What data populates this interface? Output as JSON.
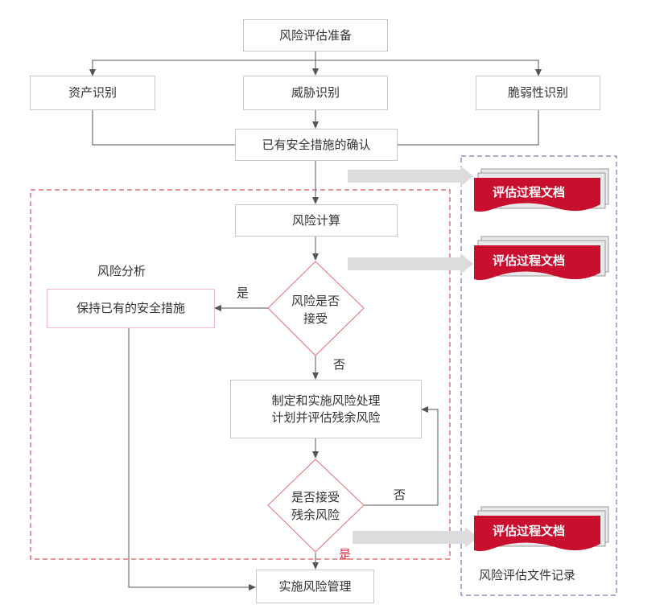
{
  "nodes": {
    "prep": "风险评估准备",
    "asset": "资产识别",
    "threat": "威胁识别",
    "vuln": "脆弱性识别",
    "confirm": "已有安全措施的确认",
    "calc": "风险计算",
    "decision1": "风险是否接受",
    "decision1_line1": "风险是否",
    "decision1_line2": "接受",
    "keep": "保持已有的安全措施",
    "plan_line1": "制定和实施风险处理",
    "plan_line2": "计划并评估残余风险",
    "decision2_line1": "是否接受",
    "decision2_line2": "残余风险",
    "manage": "实施风险管理"
  },
  "labels": {
    "analysis_region": "风险分析",
    "yes_keep": "是",
    "no_plan": "否",
    "no_loop": "否",
    "yes_manage": "是",
    "records_region": "风险评估文件记录"
  },
  "docs": [
    {
      "text": "评估过程文档"
    },
    {
      "text": "评估过程文档"
    },
    {
      "text": "评估过程文档"
    }
  ],
  "colors": {
    "accent_red": "#c8102e",
    "dashed_red": "#d32f3f",
    "dashed_blue": "#5a5aa8",
    "line": "#555555",
    "gray_arrow": "#d9d9d9",
    "box_border": "#c8c8c8"
  }
}
